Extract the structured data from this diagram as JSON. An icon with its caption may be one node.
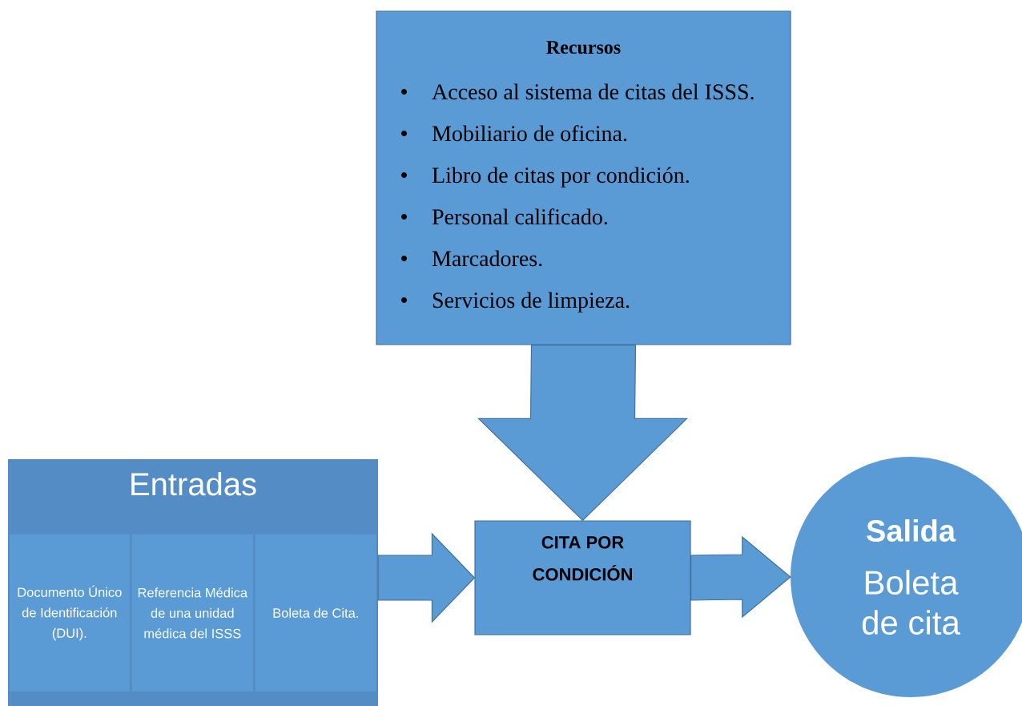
{
  "diagram": {
    "nodes": [
      {
        "text": [
          "Recursos",
          "Acceso al sistema de citas del ISSS.",
          "Mobiliario de oficina.",
          "Libro de citas por condición.",
          "Personal calificado.",
          "Marcadores.",
          "Servicios de limpieza."
        ]
      },
      {
        "text": [
          "Entradas"
        ]
      },
      {
        "text": [
          "Documento Único de Identificación (DUI)."
        ],
        "in": 1
      },
      {
        "text": [
          "Referencia Médica de una unidad médica del ISSS"
        ],
        "in": 1
      },
      {
        "text": [
          "Boleta de Cita."
        ],
        "in": 1
      },
      {
        "text": [
          "CITA POR CONDICIÓN"
        ]
      },
      {
        "text": [
          "Salida",
          "Boleta de cita"
        ]
      }
    ],
    "edges": [
      {
        "from": 0,
        "to": 5,
        "arrow": "to"
      },
      {
        "from": 1,
        "to": 5,
        "arrow": "to"
      },
      {
        "from": 5,
        "to": 6,
        "arrow": "to"
      }
    ]
  }
}
